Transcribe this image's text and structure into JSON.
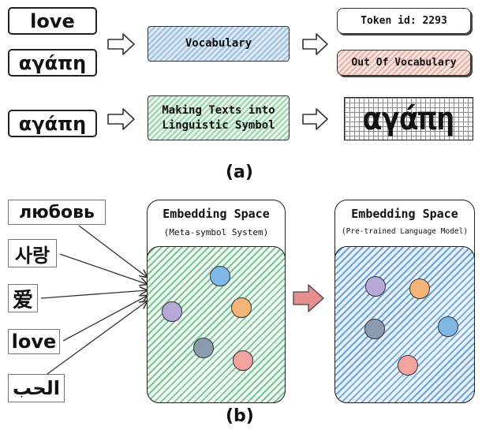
{
  "part_a": {
    "inputs": [
      "love",
      "αγάπη",
      "αγάπη"
    ],
    "vocabulary_label": "Vocabulary",
    "making_label_line1": "Making Texts into",
    "making_label_line2": "Linguistic Symbol",
    "token_label": "Token id: 2293",
    "oov_label": "Out Of Vocabulary",
    "pixel_text": "αγάπη",
    "caption": "(a)"
  },
  "part_b": {
    "languages": [
      "любовь",
      "사랑",
      "爱",
      "love",
      "الحب"
    ],
    "left_space": {
      "title": "Embedding Space",
      "subtitle": "(Meta-symbol System)"
    },
    "right_space": {
      "title": "Embedding Space",
      "subtitle": "(Pre-trained Language Model)"
    },
    "caption": "(b)"
  },
  "colors": {
    "vocab": "#9fbfe0",
    "making": "#9fd3b0",
    "oov": "#e3b4a8",
    "green_space": "#7cc29a",
    "blue_space": "#6ea4dc",
    "arrow_pink": "#e58f8f",
    "dot_blue": "#7fb8e6",
    "dot_purple": "#b8a8d8",
    "dot_orange": "#f2b577",
    "dot_gray": "#8c9cb0",
    "dot_pink": "#f2a3a0"
  }
}
